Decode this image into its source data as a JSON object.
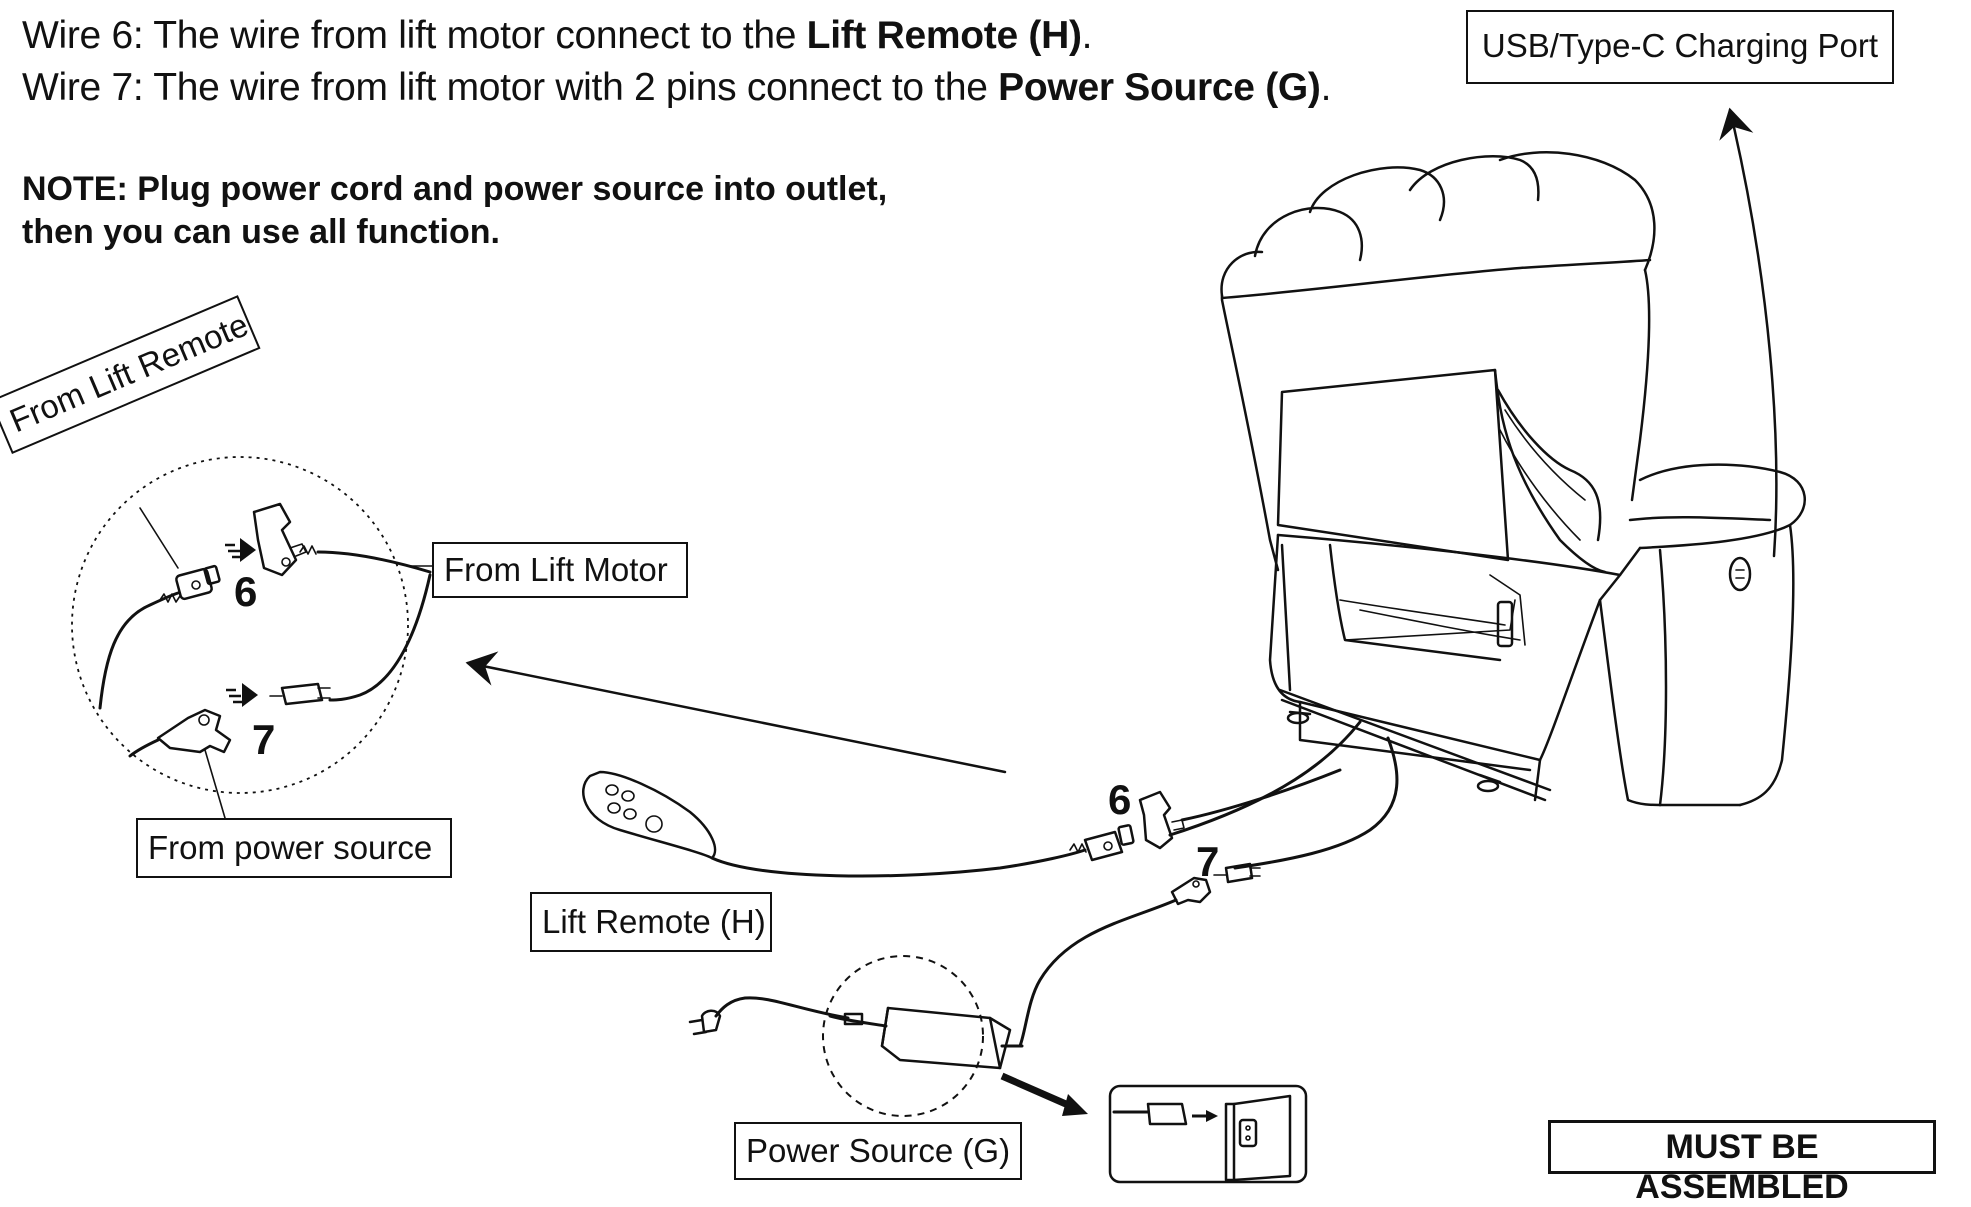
{
  "instructions": {
    "wire6_prefix": "Wire 6: The wire from lift motor connect to the ",
    "wire6_bold": "Lift Remote (H)",
    "wire6_suffix": ".",
    "wire7_prefix": "Wire 7: The wire from lift motor with 2 pins connect to the ",
    "wire7_bold": "Power Source (G)",
    "wire7_suffix": "."
  },
  "note": {
    "line1": "NOTE: Plug power cord and power source into outlet,",
    "line2": "then you can use all function."
  },
  "labels": {
    "usb_port": "USB/Type-C Charging Port",
    "from_lift_remote": "From Lift Remote",
    "from_lift_motor": "From Lift Motor",
    "from_power_source": "From power source",
    "lift_remote_h": "Lift Remote (H)",
    "power_source_g": "Power Source (G)",
    "must_be_assembled": "MUST BE ASSEMBLED"
  },
  "numbers": {
    "wire6": "6",
    "wire7": "7"
  },
  "colors": {
    "ink": "#111111",
    "background": "#ffffff"
  }
}
